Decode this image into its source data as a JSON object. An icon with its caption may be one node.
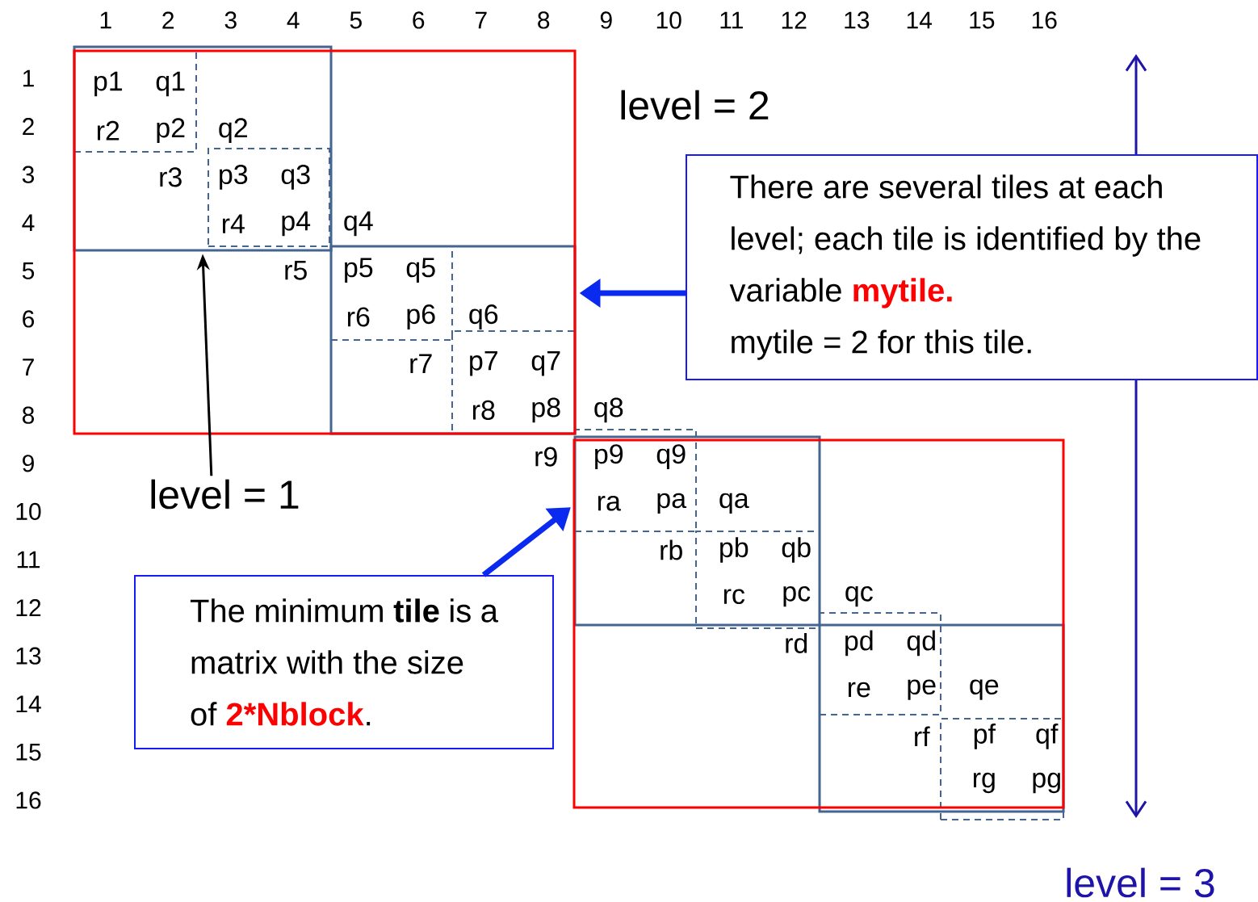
{
  "diagram": {
    "nodes": [
      {
        "text": [],
        "shape": "box"
      },
      {
        "text": [],
        "shape": "box",
        "in": 0
      },
      {
        "text": [],
        "shape": "box",
        "in": 1
      },
      {
        "text": [],
        "shape": "box",
        "in": 1
      },
      {
        "text": [],
        "shape": "box",
        "in": 0
      },
      {
        "text": [],
        "shape": "box",
        "in": 4
      },
      {
        "text": [],
        "shape": "box",
        "in": 4
      },
      {
        "text": [],
        "shape": "box"
      },
      {
        "text": [],
        "shape": "box",
        "in": 7
      },
      {
        "text": [],
        "shape": "box"
      },
      {
        "text": [],
        "shape": "box",
        "in": 8
      },
      {
        "text": [],
        "shape": "box",
        "in": 7
      },
      {
        "text": [],
        "shape": "box",
        "in": 7
      },
      {
        "text": [],
        "shape": "box"
      },
      {
        "text": [
          "There are several tiles at each level; each tile is identified by the variable **mytile.**",
          "mytile = 2 for this tile."
        ]
      },
      {
        "text": [
          "The minimum **tile** is a matrix with the size of **2*Nblock**."
        ]
      },
      {
        "text": [
          "level = 1"
        ]
      }
    ],
    "edges": [
      {
        "from": 16,
        "to": 1,
        "arrow": "to",
        "color": "#000000"
      },
      {
        "from": 14,
        "to": 0,
        "arrow": "to"
      },
      {
        "from": 15,
        "to": 9,
        "arrow": "to"
      }
    ],
    "labels": [
      "1",
      "2",
      "3",
      "4",
      "5",
      "6",
      "7",
      "8",
      "9",
      "10",
      "11",
      "12",
      "13",
      "14",
      "15",
      "16",
      "1",
      "2",
      "3",
      "4",
      "5",
      "6",
      "7",
      "8",
      "9",
      "10",
      "11",
      "12",
      "13",
      "14",
      "15",
      "16",
      "p1",
      "q1",
      "r2",
      "p2",
      "q2",
      "r3",
      "p3",
      "q3",
      "r4",
      "p4",
      "q4",
      "r5",
      "p5",
      "q5",
      "r6",
      "p6",
      "q6",
      "r7",
      "p7",
      "q7",
      "r8",
      "p8",
      "q8",
      "r9",
      "p9",
      "q9",
      "ra",
      "pa",
      "qa",
      "rb",
      "pb",
      "qb",
      "rc",
      "pc",
      "qc",
      "rd",
      "pd",
      "qd",
      "re",
      "pe",
      "qe",
      "rf",
      "pf",
      "qf",
      "rg",
      "pg",
      "level  = 2",
      "level = 3"
    ]
  }
}
